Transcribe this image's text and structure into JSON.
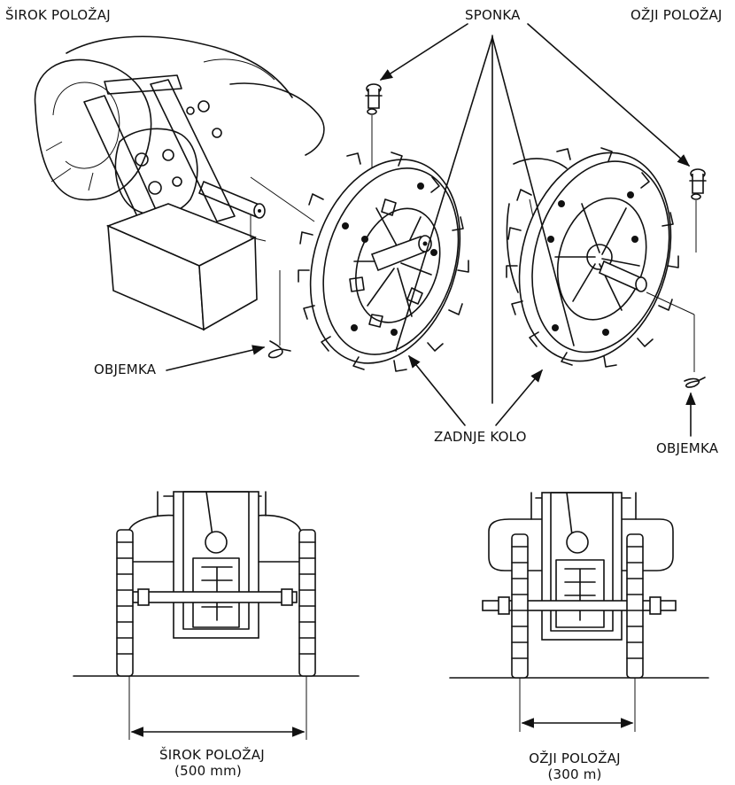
{
  "labels": {
    "wide_top": "ŠIROK POLOŽAJ",
    "narrow_top": "OŽJI POLOŽAJ",
    "sponka": "SPONKA",
    "objemka_left": "OBJEMKA",
    "objemka_right": "OBJEMKA",
    "zadnje_kolo": "ZADNJE KOLO",
    "wide_bottom": "ŠIROK POLOŽAJ",
    "wide_bottom_value": "(500 mm)",
    "narrow_bottom": "OŽJI POLOŽAJ",
    "narrow_bottom_value": "(300 m)"
  },
  "icons": {
    "pin": "pin-icon",
    "clip": "hair-clip-icon",
    "wheel": "spiked-wheel-icon"
  }
}
